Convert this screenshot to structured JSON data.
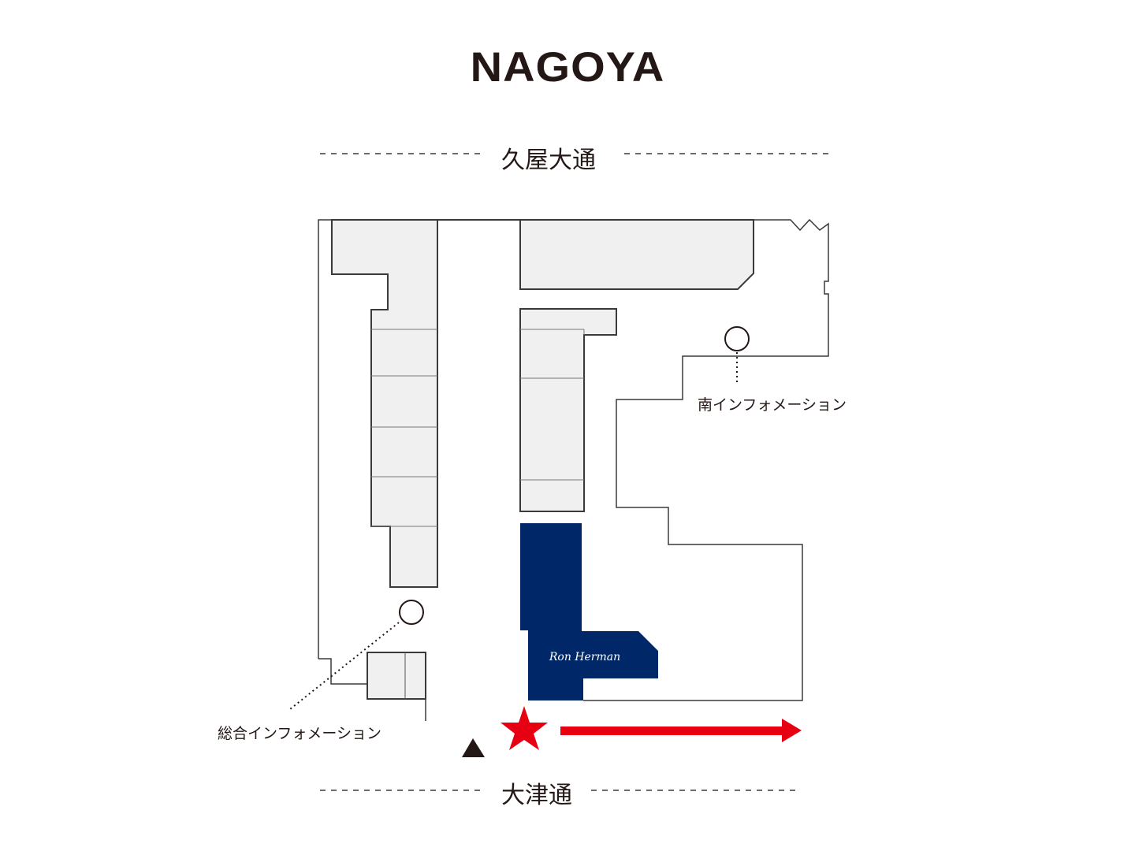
{
  "header": {
    "title": "NAGOYA"
  },
  "streets": {
    "north": "久屋大通",
    "south": "大津通"
  },
  "landmarks": {
    "south_information": "南インフォメーション",
    "general_information": "総合インフォメーション"
  },
  "store": {
    "name": "Ron Herman",
    "color": "#002868"
  },
  "markers": {
    "star_color": "#e60012",
    "arrow_color": "#e60012",
    "entrance_triangle_color": "#231815"
  },
  "colors": {
    "shop_fill": "#f0f0f0",
    "outline": "#3a3a3a",
    "background": "#ffffff"
  }
}
